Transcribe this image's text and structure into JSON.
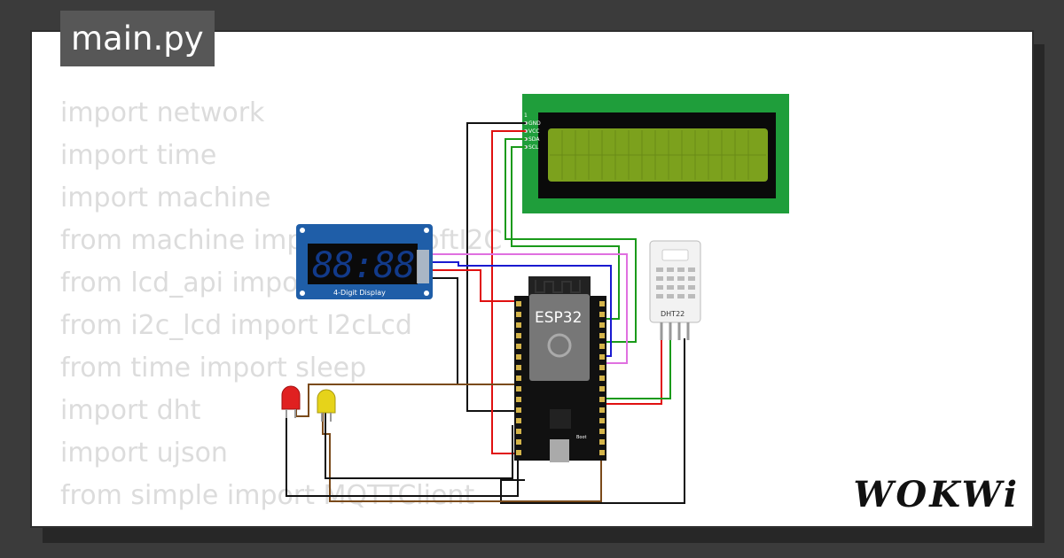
{
  "tab": {
    "filename": "main.py"
  },
  "code_lines": [
    "import network",
    "import time",
    "import machine",
    "from machine import Pin, SoftI2C",
    "from lcd_api import LcdApi",
    "from i2c_lcd import I2cLcd",
    "from time import sleep",
    "import dht",
    "import ujson",
    "from simple import MQTTClient"
  ],
  "circuit": {
    "lcd_pins": [
      "1",
      "GND",
      "VCC",
      "SDA",
      "SCL"
    ],
    "segment_display": {
      "digits": "88:88",
      "label": "4-Digit Display"
    },
    "mcu_label": "ESP32",
    "sensor_label": "DHT22",
    "board_text": "Boot",
    "colors": {
      "lcd_board": "#1f9e3b",
      "lcd_screen": "#7ca11d",
      "seg_board": "#1f5ea8",
      "seg_digit": "#123a8a",
      "esp_board": "#111111",
      "sensor": "#f2f2f2",
      "led_red": "#e02020",
      "led_yellow": "#e6d31a"
    }
  },
  "logo": "WOKWi"
}
